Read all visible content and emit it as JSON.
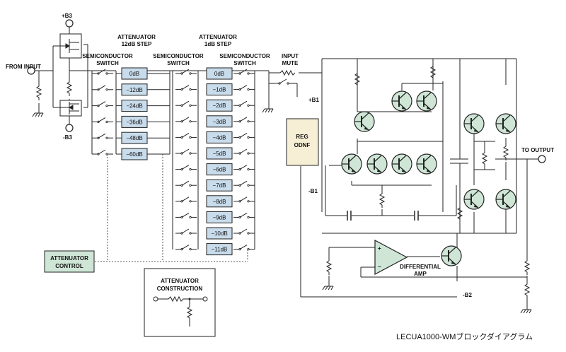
{
  "title": "LECUA1000-WMブロックダイアグラム",
  "labels": {
    "from_input": "FROM INPUT",
    "to_output": "TO OUTPUT",
    "b3_plus": "+B3",
    "b3_minus": "-B3",
    "b1_plus": "+B1",
    "b1_minus": "-B1",
    "b2_minus": "-B2",
    "semi1_l1": "SEMICONDUCTOR",
    "semi1_l2": "SWITCH",
    "semi2_l1": "SEMICONDUCTOR",
    "semi2_l2": "SWITCH",
    "semi3_l1": "SEMICONDUCTOR",
    "semi3_l2": "SWITCH",
    "att12_l1": "ATTENUATOR",
    "att12_l2": "12dB STEP",
    "att1_l1": "ATTENUATOR",
    "att1_l2": "1dB STEP",
    "mute_l1": "INPUT",
    "mute_l2": "MUTE",
    "reg_l1": "REG",
    "reg_l2": "ODNF",
    "ctrl_l1": "ATTENUATOR",
    "ctrl_l2": "CONTROL",
    "constr_l1": "ATTENUATOR",
    "constr_l2": "CONSTRUCTION",
    "diff_l1": "DIFFERENTIAL",
    "diff_l2": "AMP",
    "opamp_plus": "+",
    "opamp_minus": "−"
  },
  "attenuator_12db": [
    "0dB",
    "−12dB",
    "−24dB",
    "−36dB",
    "−48dB",
    "−60dB"
  ],
  "attenuator_1db": [
    "0dB",
    "−1dB",
    "−2dB",
    "−3dB",
    "−4dB",
    "−5dB",
    "−6dB",
    "−7dB",
    "−8dB",
    "−9dB",
    "−10dB",
    "−11dB"
  ],
  "colors": {
    "att_box_fill": "#c8dcec",
    "reg_box_fill": "#f6efd5",
    "ctrl_box_fill": "#cfe6d6",
    "opamp_fill": "#cfe6d6",
    "transistor_fill": "#cfe6d6",
    "line": "#222222"
  }
}
